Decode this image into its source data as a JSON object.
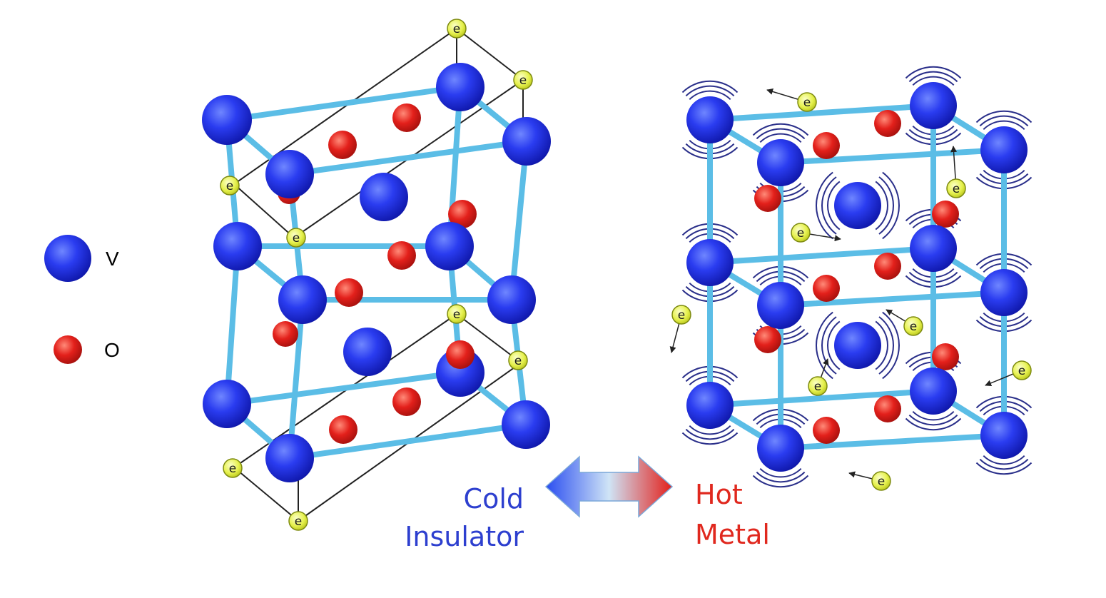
{
  "legend": {
    "items": [
      {
        "symbol": "V",
        "label": "V",
        "color": "#2b3ef0"
      },
      {
        "symbol": "O",
        "label": "O",
        "color": "#e0281e"
      }
    ]
  },
  "phases": {
    "left": {
      "line1": "Cold",
      "line2": "Insulator",
      "color": "#2d3fcf"
    },
    "right": {
      "line1": "Hot",
      "line2": "Metal",
      "color": "#e0281e"
    }
  },
  "electron_symbol": "e",
  "colors": {
    "vanadium": "#1f2fe8",
    "oxygen": "#e3201b",
    "bond": "#5bbde6",
    "electron_fill": "#e8f25a",
    "electron_ring": "#7d8a10",
    "arrow_cold": "#2f5cf0",
    "arrow_hot": "#e3201b",
    "vibration": "#2a2f8a"
  },
  "icons": [
    "transition-double-arrow-icon",
    "vibration-arc-icon",
    "electron-motion-arrow-icon"
  ]
}
